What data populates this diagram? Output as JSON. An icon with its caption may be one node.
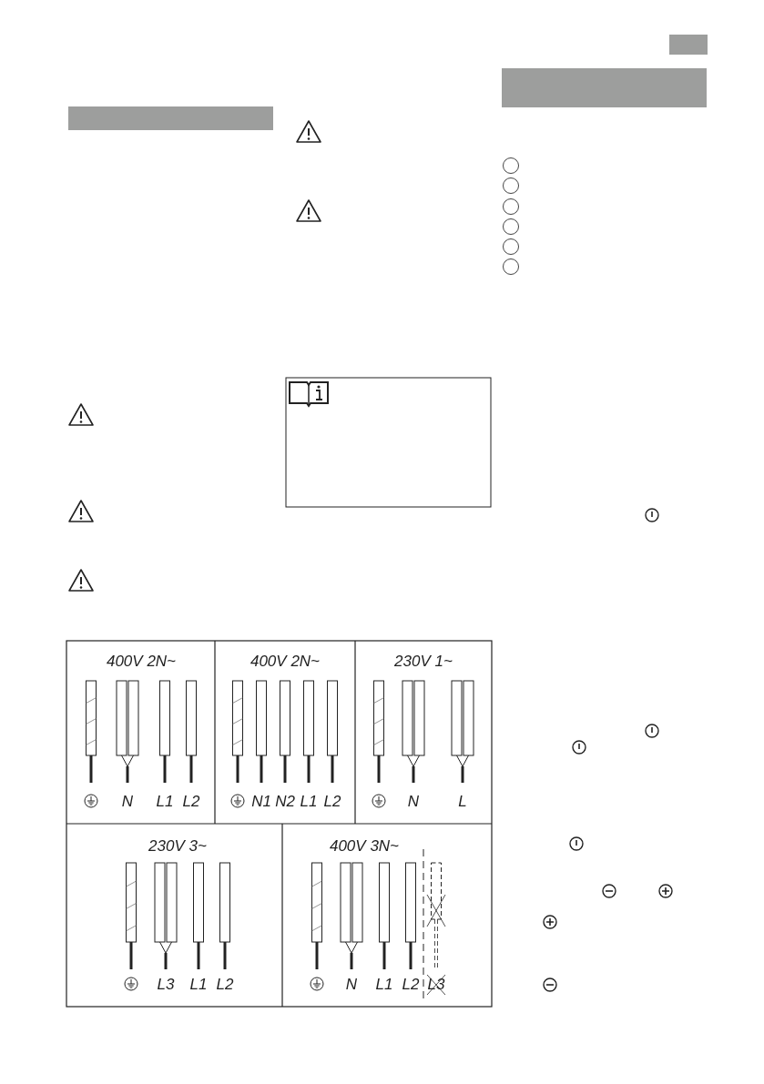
{
  "diagram": {
    "nodes": [
      {
        "text": [],
        "shape": "bar"
      },
      {
        "text": [],
        "shape": "bar"
      },
      {
        "text": [],
        "shape": "bar"
      }
    ],
    "labels": [
      "400V 2N~",
      "N",
      "L1",
      "L2",
      "400V 2N~",
      "N1",
      "N2",
      "L1",
      "L2",
      "230V 1~",
      "N",
      "L",
      "230V 3~",
      "L3",
      "L1",
      "L2",
      "400V 3N~",
      "N",
      "L1",
      "L2",
      "L3"
    ]
  }
}
